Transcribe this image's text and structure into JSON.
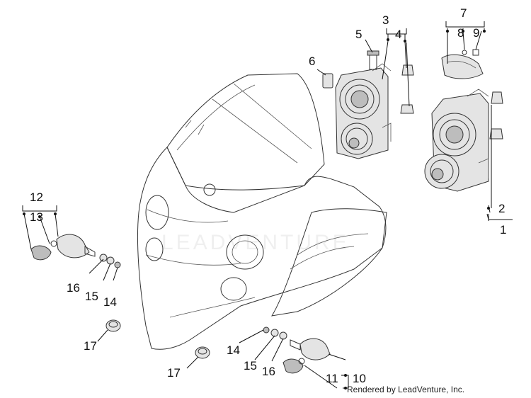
{
  "callouts": {
    "n1": "1",
    "n2": "2",
    "n3": "3",
    "n4": "4",
    "n5": "5",
    "n6": "6",
    "n7": "7",
    "n8": "8",
    "n9": "9",
    "n10": "10",
    "n11": "11",
    "n12": "12",
    "n13": "13",
    "n14a": "14",
    "n15a": "15",
    "n16a": "16",
    "n14b": "14",
    "n15b": "15",
    "n16b": "16",
    "n17a": "17",
    "n17b": "17"
  },
  "credit": "Rendered by LeadVenture, Inc.",
  "watermark": "LEADVENTURE"
}
